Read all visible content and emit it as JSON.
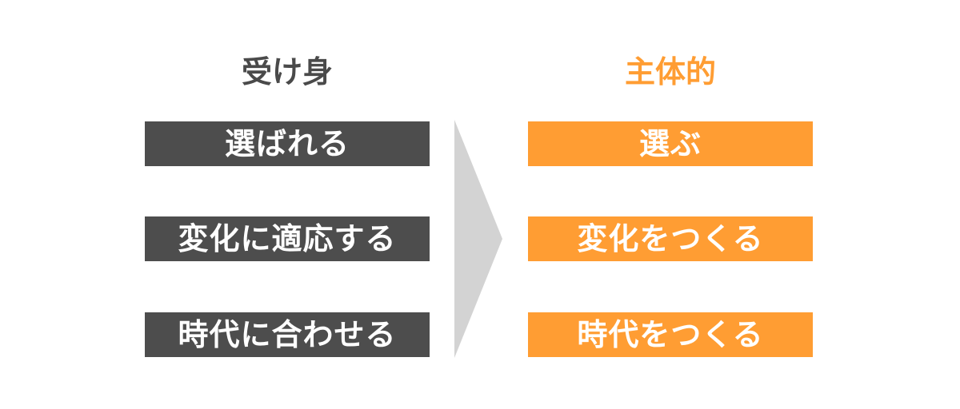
{
  "passive": {
    "heading": "受け身",
    "items": [
      "選ばれる",
      "変化に適応する",
      "時代に合わせる"
    ]
  },
  "active": {
    "heading": "主体的",
    "items": [
      "選ぶ",
      "変化をつくる",
      "時代をつくる"
    ]
  },
  "colors": {
    "passive_box": "#4d4d4d",
    "passive_heading": "#4a4a4a",
    "active_box": "#ff9d33",
    "active_heading": "#ff9d33",
    "arrow": "#d3d3d3"
  }
}
